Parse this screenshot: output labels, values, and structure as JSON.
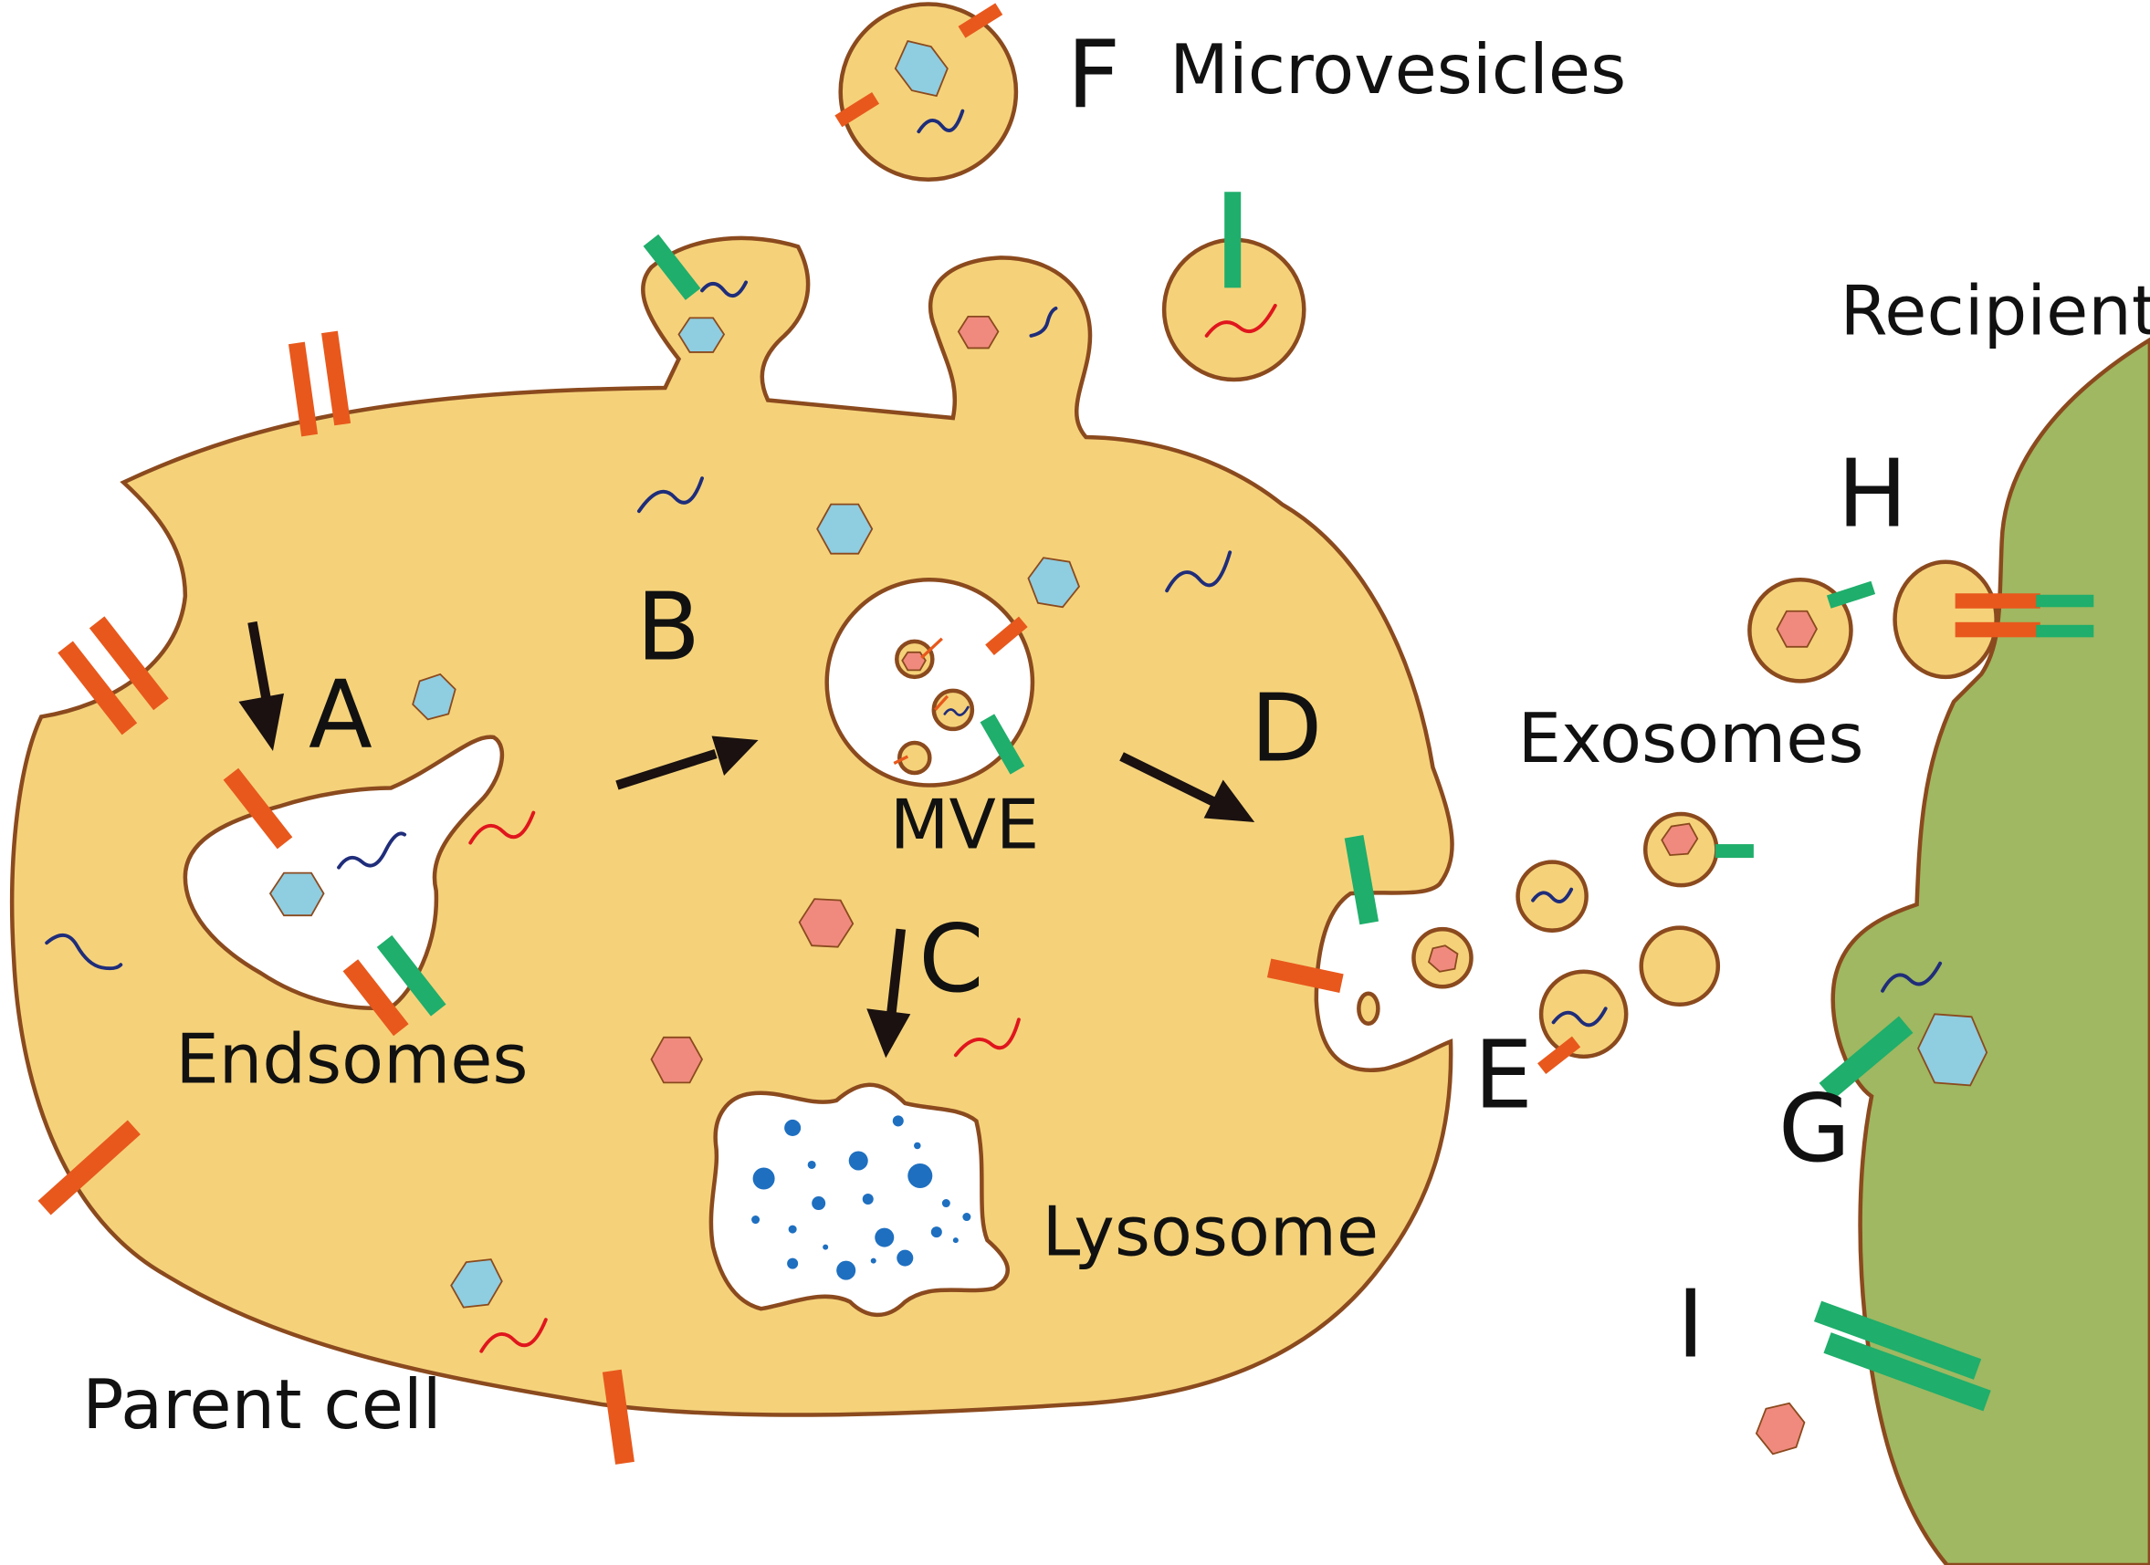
{
  "labels": {
    "A": "A",
    "B": "B",
    "C": "C",
    "D": "D",
    "E": "E",
    "F": "F",
    "G": "G",
    "H": "H",
    "I": "I",
    "microvesicles": "Microvesicles",
    "recipient_cell": "Recipient cell",
    "exosomes": "Exosomes",
    "mve": "MVE",
    "endosomes": "Endsomes",
    "lysosome": "Lysosome",
    "parent_cell": "Parent cell"
  },
  "colors": {
    "cell_fill": "#f5d27a",
    "cell_outline": "#8b4a1e",
    "recipient_fill": "#9fb861",
    "receptor_orange": "#e8581c",
    "receptor_green": "#1fae6b",
    "protein_blue": "#8fcde0",
    "protein_pink": "#f08a7e",
    "rna_navy": "#1f2d7a",
    "rna_red": "#e0161d",
    "lysosome_dots": "#1e6fc0",
    "arrow": "#1a1110"
  }
}
